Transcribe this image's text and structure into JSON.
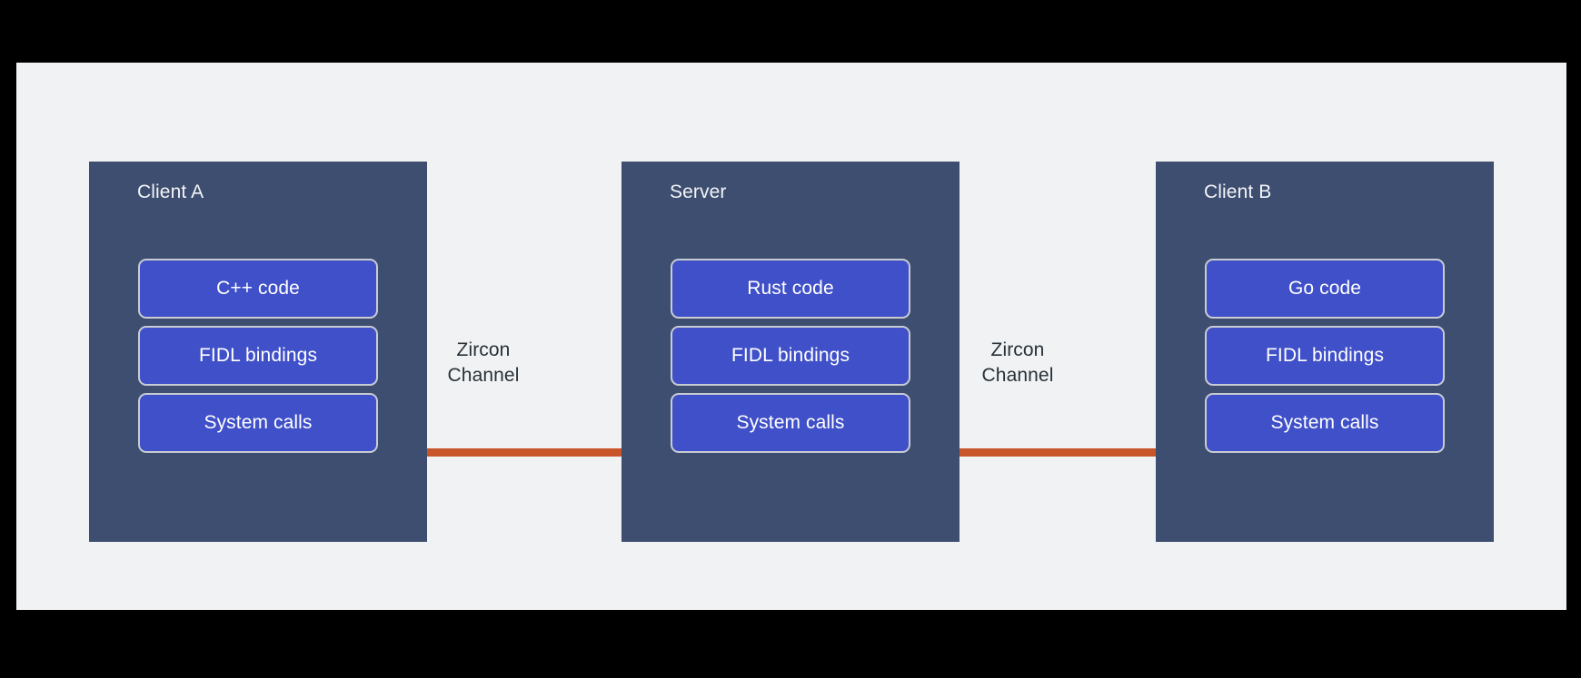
{
  "canvas": {
    "background": "#F1F2F4",
    "page_background": "#000000"
  },
  "colors": {
    "process_fill": "#3E4E70",
    "layer_fill": "#4050C8",
    "layer_border": "#C8CCD3",
    "channel_line": "#C9562A",
    "label_text": "#263238",
    "process_text": "#F3F4F6"
  },
  "processes": [
    {
      "id": "client-a",
      "title": "Client A",
      "layers": [
        {
          "label": "C++ code"
        },
        {
          "label": "FIDL bindings"
        },
        {
          "label": "System calls"
        }
      ]
    },
    {
      "id": "server",
      "title": "Server",
      "layers": [
        {
          "label": "Rust code"
        },
        {
          "label": "FIDL bindings"
        },
        {
          "label": "System calls"
        }
      ]
    },
    {
      "id": "client-b",
      "title": "Client B",
      "layers": [
        {
          "label": "Go code"
        },
        {
          "label": "FIDL bindings"
        },
        {
          "label": "System calls"
        }
      ]
    }
  ],
  "channels": [
    {
      "id": "a-server",
      "label": "Zircon\nChannel",
      "from": "client-a",
      "to": "server"
    },
    {
      "id": "server-b",
      "label": "Zircon\nChannel",
      "from": "server",
      "to": "client-b"
    }
  ]
}
